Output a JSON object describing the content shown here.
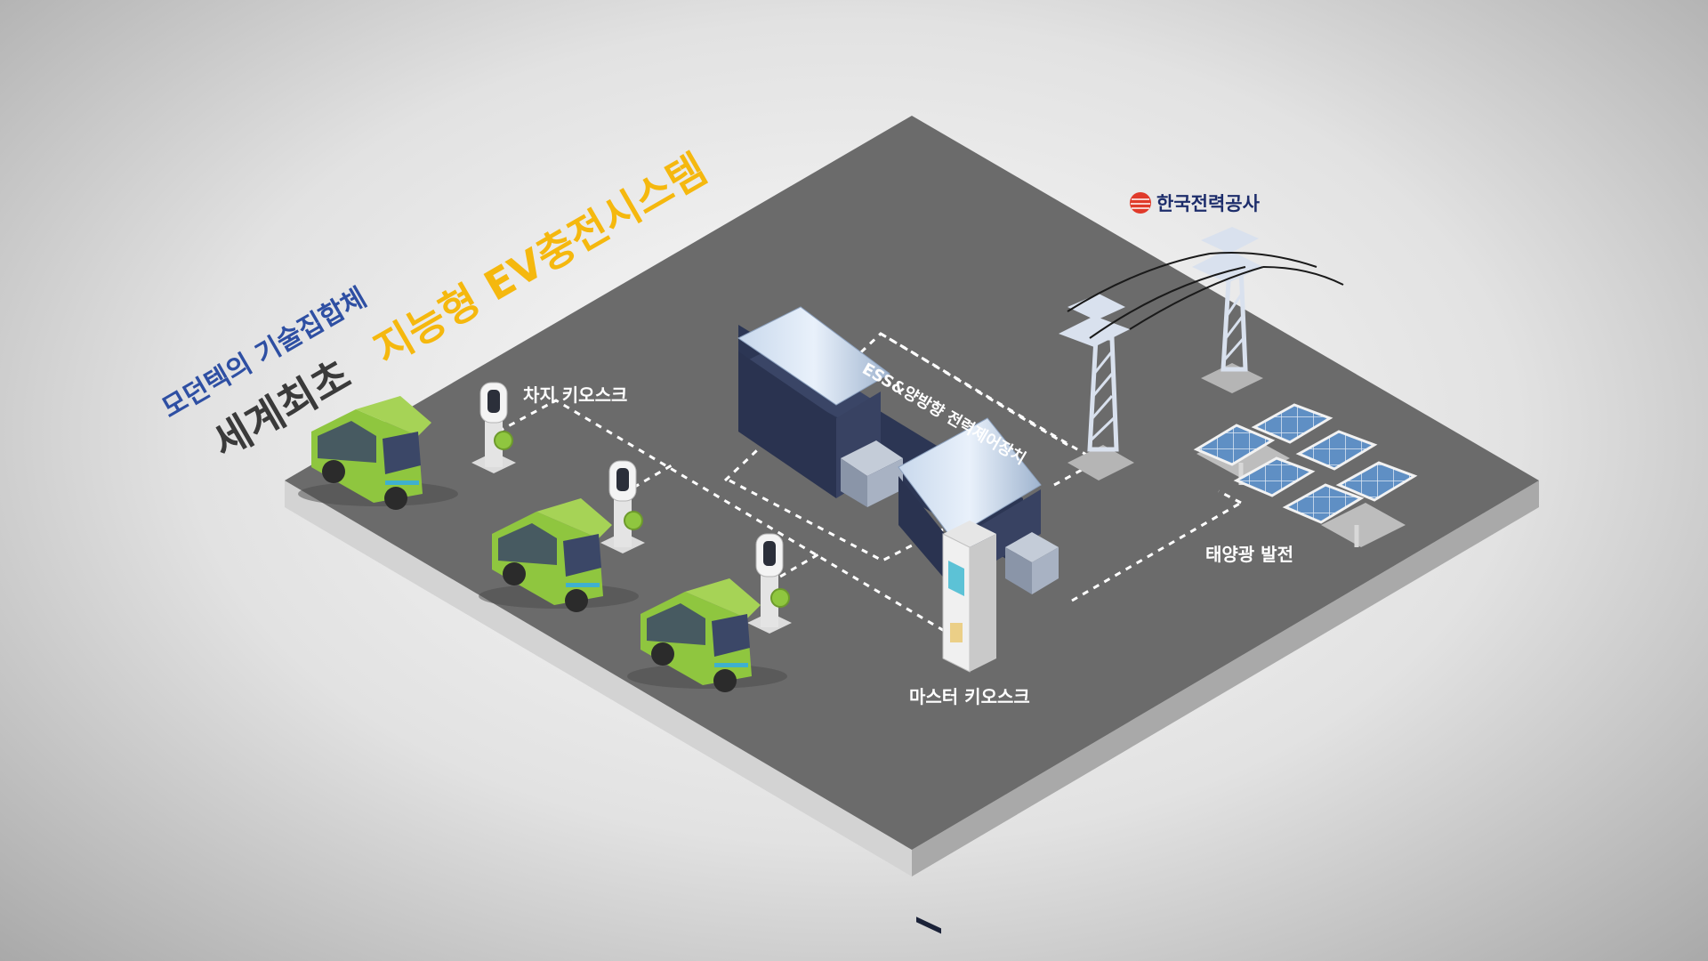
{
  "headline": {
    "subtitle": "모던텍의 기술집합체",
    "title_part1": "세계최초",
    "title_part2": "지능형 EV충전시스템"
  },
  "logo": {
    "text": "한국전력공사"
  },
  "labels": {
    "charging_kiosk": "차지 키오스크",
    "ess": "ESS&양방향 전력제어장치",
    "master_kiosk": "마스터 키오스크",
    "solar": "태양광 발전"
  },
  "colors": {
    "subtitle": "#2e4fa3",
    "title_dark": "#3a3a3a",
    "title_accent": "#f5b80e",
    "ground_top": "#6b6b6b",
    "ground_side": "#c8c8c8",
    "car": "#8fc63f",
    "logo_red": "#e03a2a",
    "logo_navy": "#1d2d6b"
  }
}
